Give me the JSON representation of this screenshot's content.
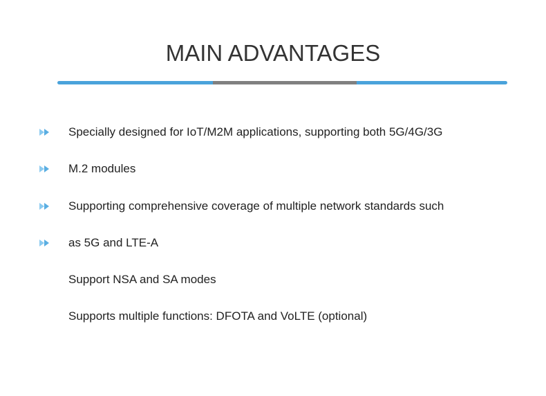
{
  "title": "MAIN ADVANTAGES",
  "colors": {
    "accent": "#4aa3db",
    "divider_mid": "#808080",
    "bullet": "#6db8e6"
  },
  "items": [
    {
      "text": "Specially designed for IoT/M2M applications, supporting both 5G/4G/3G",
      "bullet": true
    },
    {
      "text": "M.2 modules",
      "bullet": true
    },
    {
      "text": "Supporting comprehensive coverage of multiple network standards such",
      "bullet": true
    },
    {
      "text": "as 5G and LTE-A",
      "bullet": true
    },
    {
      "text": "Support NSA and SA modes",
      "bullet": false
    },
    {
      "text": "Supports multiple functions: DFOTA and VoLTE (optional)",
      "bullet": false
    }
  ]
}
